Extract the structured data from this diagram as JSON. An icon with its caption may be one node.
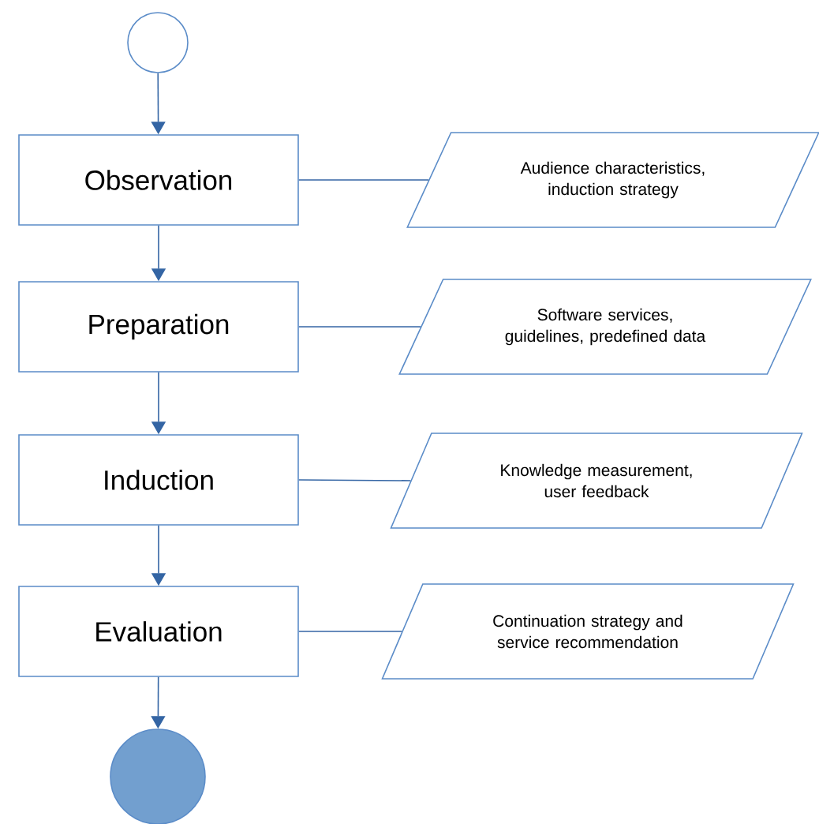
{
  "diagram": {
    "nodes": [
      {
        "text": [],
        "shape": "circle"
      },
      {
        "text": [
          "Observation"
        ]
      },
      {
        "text": [
          "Audience characteristics, induction strategy"
        ]
      },
      {
        "text": [
          "Preparation"
        ]
      },
      {
        "text": [
          "Software services, guidelines, predefined data"
        ]
      },
      {
        "text": [
          "Induction"
        ]
      },
      {
        "text": [
          "Knowledge measurement, user feedback"
        ]
      },
      {
        "text": [
          "Evaluation"
        ]
      },
      {
        "text": [
          "Continuation strategy and service recommendation"
        ]
      },
      {
        "text": [],
        "shape": "circle"
      }
    ],
    "edges": [
      {
        "from": 0,
        "to": 1,
        "arrow": "to"
      },
      {
        "from": 1,
        "to": 3,
        "arrow": "to"
      },
      {
        "from": 3,
        "to": 5,
        "arrow": "to"
      },
      {
        "from": 5,
        "to": 7,
        "arrow": "to"
      },
      {
        "from": 7,
        "to": 9,
        "arrow": "to"
      },
      {
        "from": 1,
        "to": 2,
        "arrow": "none"
      },
      {
        "from": 3,
        "to": 4,
        "arrow": "none"
      },
      {
        "from": 5,
        "to": 6,
        "arrow": "none"
      },
      {
        "from": 7,
        "to": 8,
        "arrow": "none"
      }
    ]
  }
}
